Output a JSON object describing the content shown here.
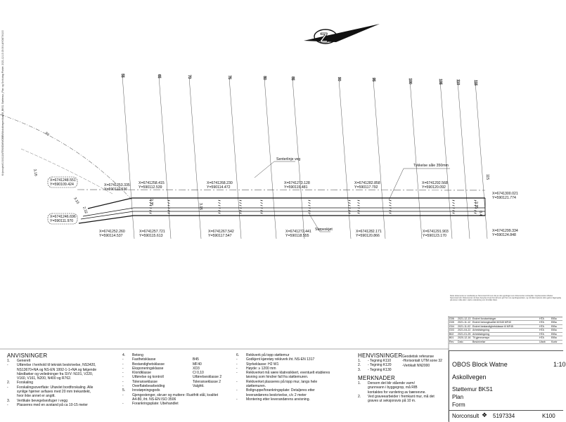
{
  "side_path": "K:/prosjekt/10161116/TEK/IDM/MOBBM/Askollvegen/dwg/M_BKS1 Støttemur_Plan og Snitt.dwg Plottet: 2021-12-13 15:06 LAYOUT K100",
  "north_symbol": "Z",
  "stations": [
    "55",
    "65",
    "70",
    "75",
    "80",
    "85",
    "90",
    "95",
    "100",
    "105",
    "110",
    "115"
  ],
  "station_sw": "50",
  "station_top_right": "115",
  "coords_top": [
    {
      "x": "X=6741248.551",
      "y": "Y=590109.424"
    },
    {
      "x": "X=6741253.335",
      "y": "Y=590111.536"
    },
    {
      "x": "X=6741258.415",
      "y": "Y=590112.539"
    },
    {
      "x": "X=6741268.230",
      "y": "Y=590114.472"
    },
    {
      "x": "X=6741273.128",
      "y": "Y=590115.481"
    },
    {
      "x": "X=6741282.858",
      "y": "Y=590117.792"
    },
    {
      "x": "X=6741292.568",
      "y": "Y=590120.092"
    },
    {
      "x": "X=6741300.021",
      "y": "Y=590121.774"
    }
  ],
  "coords_bottom": [
    {
      "x": "X=6741246.696",
      "y": "Y=590111.970"
    },
    {
      "x": "X=6741252.260",
      "y": "Y=590114.537"
    },
    {
      "x": "X=6741257.721",
      "y": "Y=590115.613"
    },
    {
      "x": "X=6741267.542",
      "y": "Y=590117.547"
    },
    {
      "x": "X=6741272.441",
      "y": "Y=590118.555"
    },
    {
      "x": "X=6741282.171",
      "y": "Y=590120.866"
    },
    {
      "x": "X=6741291.903",
      "y": "Y=590123.170"
    },
    {
      "x": "X=6741299.334",
      "y": "Y=590124.848"
    }
  ],
  "label_senterlinje": "Senterlinje veg",
  "label_tykkelse": "Tykkelse såle  350mm",
  "label_stepeskjøt": "Støpeskjøt",
  "dims": [
    "3.15",
    "3.16",
    "2.32",
    "2.35",
    "0.4",
    "0.4",
    "3.15",
    "2.35",
    "0.4"
  ],
  "anvisninger": {
    "title": "ANVISNINGER",
    "items": [
      {
        "n": "1.",
        "t": "Generelt"
      },
      {
        "n": "-",
        "t": "Utførelse i henhold til teknisk beskrivelse, NS3420,"
      },
      {
        "n": "",
        "t": "NS13670+NA og NS-EN 1992-1-1+NA og følgende"
      },
      {
        "n": "",
        "t": "håndbøker og veiledninger fra SVV: N101, V220,"
      },
      {
        "n": "",
        "t": "V160, V161, N200, N400 og R762."
      },
      {
        "n": "2.",
        "t": "Forskaling"
      },
      {
        "n": "-",
        "t": "Forskalingsoverflate: Uhøvlet bordforskaling. Alle"
      },
      {
        "n": "",
        "t": "synlige hjørner avfases med 20 mm trekantlekt,"
      },
      {
        "n": "",
        "t": "hvor ikke annet er angitt."
      },
      {
        "n": "3.",
        "t": "Vertikale bevegelsesfuger i vegg"
      },
      {
        "n": "-",
        "t": "Plasseres med en avstand på ca 10-15 meter"
      }
    ]
  },
  "betong": {
    "n": "4.",
    "title": "Betong",
    "rows": [
      {
        "k": "Fasthetsklasse",
        "v": "B45"
      },
      {
        "k": "Bestandighetsklasse",
        "v": "MF40"
      },
      {
        "k": "Eksponeringsklasse",
        "v": "XD3"
      },
      {
        "k": "Kloridklasse",
        "v": "Cl 0,10"
      },
      {
        "k": "Utførelse og kontroll",
        "v": "Utførelsesklasse 2"
      },
      {
        "k": "Toleranseklasse",
        "v": "Toleranseklasse 2"
      },
      {
        "k": "Overflatebearbeiding",
        "v": "Valghtt."
      }
    ],
    "n5": "5.",
    "title5": "Innstøpningsgods",
    "r5": [
      "Gjengestenger, skruer og muttere: Rustfritt stål, kvalitet",
      "A4-80, iht. NS-EN ISO 3506",
      "Forankringsplate: Ubehandlet"
    ]
  },
  "rekkverk": {
    "n": "6.",
    "title": "Rekkverk på topp støttemur",
    "rows": [
      "Godkjent kjøretøy rekkverk iht. NS-EN 1317",
      "Styrkeklasse: H2 W1",
      "Høyde: ≥ 1200 mm",
      "Rekkverket må være klatresikkert, eventuelt etableres",
      "løsning som hindrer fall fra støttemuren.",
      "Rekkverket plasseres på topp mur, langs hele",
      "støttemuren.",
      "Boltgruppe/forankringsplate: Detaljeres etter",
      "leverandørens beskrivelse, c/c 2 meter",
      "Montering etter leverandørens anvisning."
    ]
  },
  "henvisninger": {
    "title": "HENVISNINGER",
    "items": [
      {
        "n": "1.",
        "t": "- Tegning K110"
      },
      {
        "n": "2.",
        "t": "- Tegning K120"
      },
      {
        "n": "3.",
        "t": "- Tegning K130"
      }
    ]
  },
  "geodetisk": {
    "title": "Geodetisk referanse",
    "rows": [
      "-Horisontalt UTM sone 32",
      "-Vertikalt NN2000"
    ]
  },
  "merknader": {
    "title": "MERKNADER",
    "items": [
      {
        "n": "1.",
        "t": "Dersom det blir stående varm/"
      },
      {
        "n": "",
        "t": "grunnvann i byggegrop, må RIB"
      },
      {
        "n": "",
        "t": "kontaktes for vurdering av bæreevne."
      },
      {
        "n": "2.",
        "t": "Ved graveearbeider i fremkant mur, må det"
      },
      {
        "n": "",
        "t": "graves ut seksjonsvis på 10 m."
      }
    ]
  },
  "revisions": [
    {
      "code": "G06",
      "date": "2021-12-13",
      "text": "Endret forutsetninger",
      "by": "HTA",
      "chk": "EiBa"
    },
    {
      "code": "G05",
      "date": "2021-11-12",
      "text": "Endret betongkvalitet til B45 MF40",
      "by": "HTA",
      "chk": "EiBa"
    },
    {
      "code": "G04",
      "date": "2021-11-02",
      "text": "Endret bestandighetsklasse til MF45",
      "by": "HTA",
      "chk": "EiBa"
    },
    {
      "code": "G03",
      "date": "2021-04-22",
      "text": "Arbeidstegning",
      "by": "HTA",
      "chk": "EiBa"
    },
    {
      "code": "B02",
      "date": "2021-01-25",
      "text": "Arbeidstegning",
      "by": "HTA",
      "chk": "EiBa"
    },
    {
      "code": "B01",
      "date": "2020-12-16",
      "text": "Til gjennomsyn",
      "by": "HTA",
      "chk": "EiBa"
    },
    {
      "code": "Rev",
      "date": "Dato",
      "text": "Beskrivelse",
      "by": "Utarb",
      "chk": "Kontr"
    }
  ],
  "fine_print": "Dette dokumentet er utarbeidet av Norconsult AS som del av det oppdraget som dokumentet omhandler. Opphavsretten tilhører Norconsult AS. Dokumentet må bare benyttes til det formål som går frem av oppdragsavtalen, og må ikke kopieres eller gjøres tilgjengelig på annen måte eller i større utstrekning enn formålet tilsier.",
  "title_block": {
    "client": "OBOS Block Watne",
    "scale": "1:10",
    "project": "Askollvegen",
    "title1": "Støttemur BKS1",
    "title2": "Plan",
    "title3": "Form",
    "company": "Norconsult",
    "project_no": "5197334",
    "drawing_no": "K100"
  }
}
